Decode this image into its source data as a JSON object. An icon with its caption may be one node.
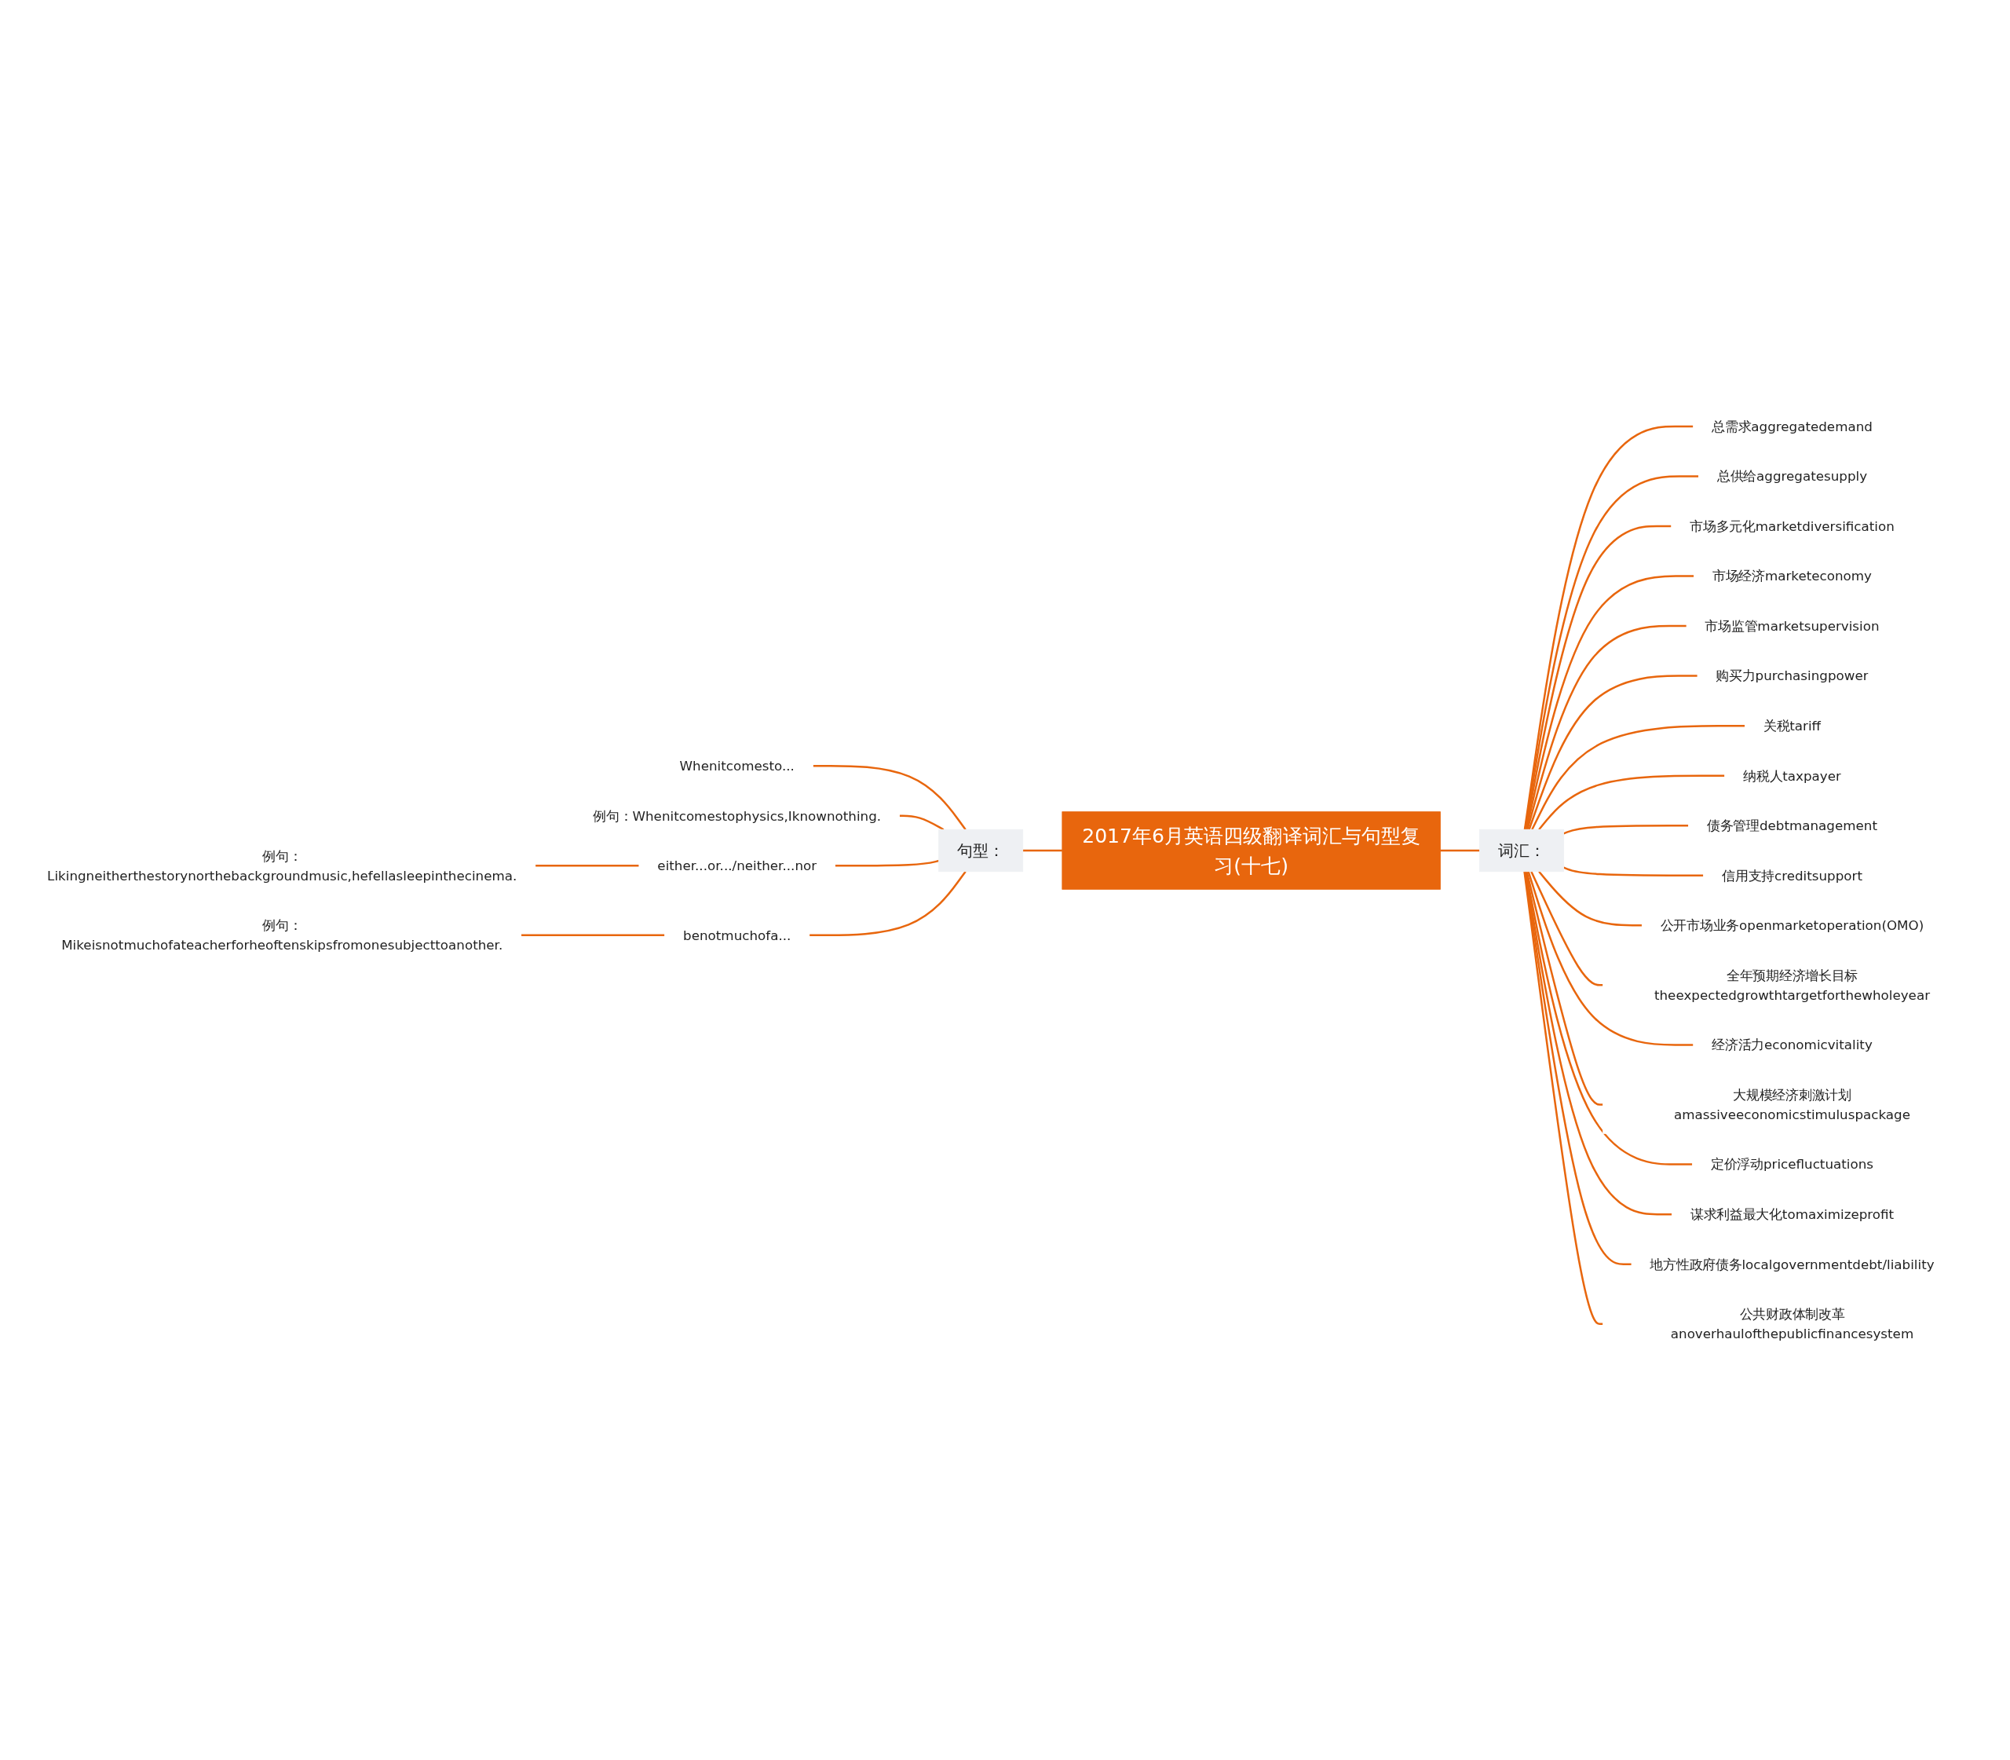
{
  "diagram": {
    "nodes": [
      {
        "text": [
          "2017年6月英语四级翻译词汇与句型复习(十七)"
        ]
      },
      {
        "text": [
          "句型："
        ]
      },
      {
        "text": [
          "Whenitcomesto..."
        ]
      },
      {
        "text": [
          "例句：Whenitcomestophysics,Iknownothing."
        ]
      },
      {
        "text": [
          "either...or.../neither...nor"
        ]
      },
      {
        "text": [
          "例句：Likingneitherthestorynorthebackgroundmusic,hefellasleepinthecinema."
        ]
      },
      {
        "text": [
          "benotmuchofa..."
        ]
      },
      {
        "text": [
          "例句：Mikeisnotmuchofateacherforheoftenskipsfromonesubjecttoanother."
        ]
      },
      {
        "text": [
          "词汇："
        ]
      },
      {
        "text": [
          "总需求aggregatedemand"
        ]
      },
      {
        "text": [
          "总供给aggregatesupply"
        ]
      },
      {
        "text": [
          "市场多元化marketdiversification"
        ]
      },
      {
        "text": [
          "市场经济marketeconomy"
        ]
      },
      {
        "text": [
          "市场监管marketsupervision"
        ]
      },
      {
        "text": [
          "购买力purchasingpower"
        ]
      },
      {
        "text": [
          "关税tariff"
        ]
      },
      {
        "text": [
          "纳税人taxpayer"
        ]
      },
      {
        "text": [
          "债务管理debtmanagement"
        ]
      },
      {
        "text": [
          "信用支持creditsupport"
        ]
      },
      {
        "text": [
          "公开市场业务openmarketoperation(OMO)"
        ]
      },
      {
        "text": [
          "全年预期经济增长目标theexpectedgrowthtargetforthewholeyear"
        ]
      },
      {
        "text": [
          "经济活力economicvitality"
        ]
      },
      {
        "text": [
          "大规模经济刺激计划amassiveeconomicstimuluspackage"
        ]
      },
      {
        "text": [
          "定价浮动pricefluctuations"
        ]
      },
      {
        "text": [
          "谋求利益最大化tomaximizeprofit"
        ]
      },
      {
        "text": [
          "地方性政府债务localgovernmentdebt/liability"
        ]
      },
      {
        "text": [
          "公共财政体制改革anoverhaulofthepublicfinancesystem"
        ]
      }
    ],
    "edges": [
      {
        "from": 0,
        "to": 1,
        "arrow": "none"
      },
      {
        "from": 1,
        "to": 2,
        "arrow": "none"
      },
      {
        "from": 1,
        "to": 3,
        "arrow": "none"
      },
      {
        "from": 1,
        "to": 4,
        "arrow": "none"
      },
      {
        "from": 4,
        "to": 5,
        "arrow": "none"
      },
      {
        "from": 1,
        "to": 6,
        "arrow": "none"
      },
      {
        "from": 6,
        "to": 7,
        "arrow": "none"
      },
      {
        "from": 0,
        "to": 8,
        "arrow": "none"
      },
      {
        "from": 8,
        "to": 9,
        "arrow": "none"
      },
      {
        "from": 8,
        "to": 10,
        "arrow": "none"
      },
      {
        "from": 8,
        "to": 11,
        "arrow": "none"
      },
      {
        "from": 8,
        "to": 12,
        "arrow": "none"
      },
      {
        "from": 8,
        "to": 13,
        "arrow": "none"
      },
      {
        "from": 8,
        "to": 14,
        "arrow": "none"
      },
      {
        "from": 8,
        "to": 15,
        "arrow": "none"
      },
      {
        "from": 8,
        "to": 16,
        "arrow": "none"
      },
      {
        "from": 8,
        "to": 17,
        "arrow": "none"
      },
      {
        "from": 8,
        "to": 18,
        "arrow": "none"
      },
      {
        "from": 8,
        "to": 19,
        "arrow": "none"
      },
      {
        "from": 8,
        "to": 20,
        "arrow": "none"
      },
      {
        "from": 8,
        "to": 21,
        "arrow": "none"
      },
      {
        "from": 8,
        "to": 22,
        "arrow": "none"
      },
      {
        "from": 8,
        "to": 23,
        "arrow": "none"
      },
      {
        "from": 8,
        "to": 24,
        "arrow": "none"
      },
      {
        "from": 8,
        "to": 25,
        "arrow": "none"
      },
      {
        "from": 8,
        "to": 26,
        "arrow": "none"
      }
    ]
  }
}
